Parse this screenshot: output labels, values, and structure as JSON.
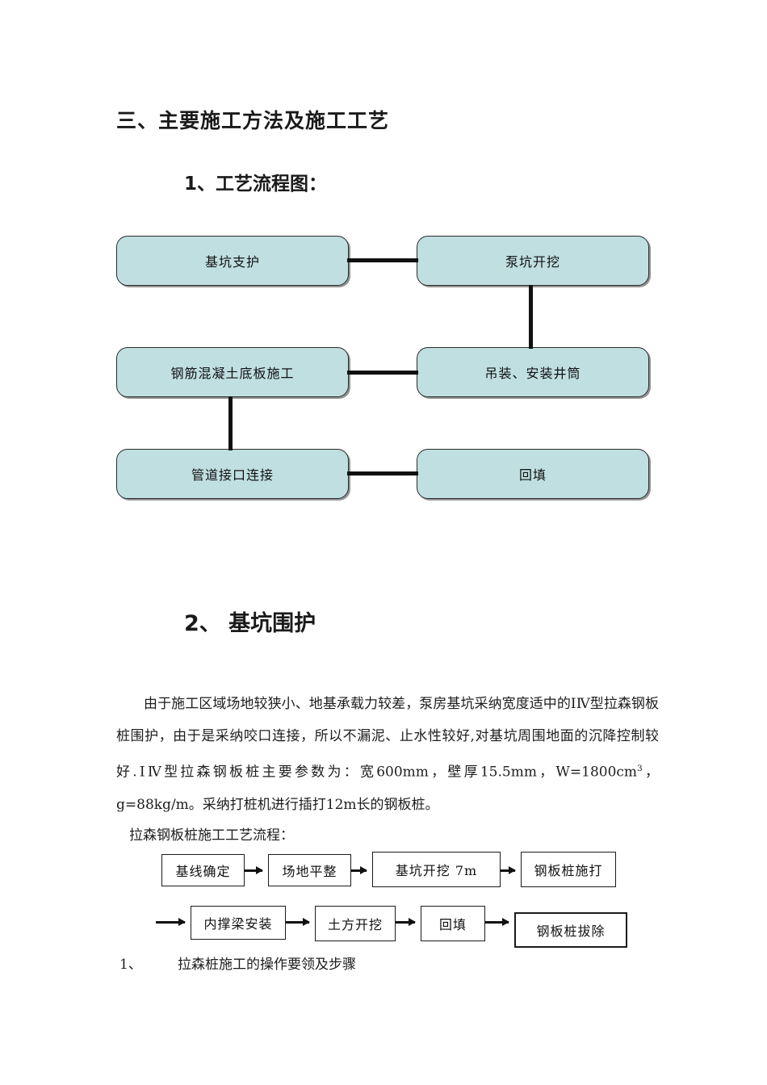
{
  "document": {
    "heading_main": "三、主要施工方法及施工工艺",
    "heading_sub_1": "1、工艺流程图：",
    "heading_sub_2": "2、 基坑围护"
  },
  "flowchart_main": {
    "nodes": [
      {
        "id": "n1",
        "label": "基坑支护"
      },
      {
        "id": "n2",
        "label": "泵坑开挖"
      },
      {
        "id": "n3",
        "label": "钢筋混凝土底板施工"
      },
      {
        "id": "n4",
        "label": "吊装、安装井筒"
      },
      {
        "id": "n5",
        "label": "管道接口连接"
      },
      {
        "id": "n6",
        "label": "回填"
      }
    ],
    "fill_color": "#bfdfe0",
    "border_color": "#2b2b2b"
  },
  "body": {
    "paragraph_1_prefix": "由于施工区域场地较狭小、地基承载力较差，泵房基坑采纳宽度适中的ⅠⅣ型拉森钢板桩围护，由于是采纳咬口连接，所以不漏泥、止水性较好,对基坑周围地面的沉降控制较好.ⅠⅣ型拉森钢板桩主要参数为：宽600mm，壁厚15.5mm，W=1800cm",
    "paragraph_1_sup": "3",
    "paragraph_1_suffix": "，g=88kg/m。采纳打桩机进行插打12m长的钢板桩。",
    "paragraph_2": "拉森钢板桩施工工艺流程：",
    "list_item_number": "1、",
    "list_item_text": "拉森桩施工的操作要领及步骤"
  },
  "flowchart_secondary": {
    "row1": [
      {
        "label": "基线确定"
      },
      {
        "label": "场地平整"
      },
      {
        "label": "基坑开挖 7m"
      },
      {
        "label": "钢板桩施打"
      }
    ],
    "row2": [
      {
        "label": "内撑梁安装"
      },
      {
        "label": "土方开挖"
      },
      {
        "label": "回填"
      },
      {
        "label": "钢板桩拔除"
      }
    ]
  }
}
